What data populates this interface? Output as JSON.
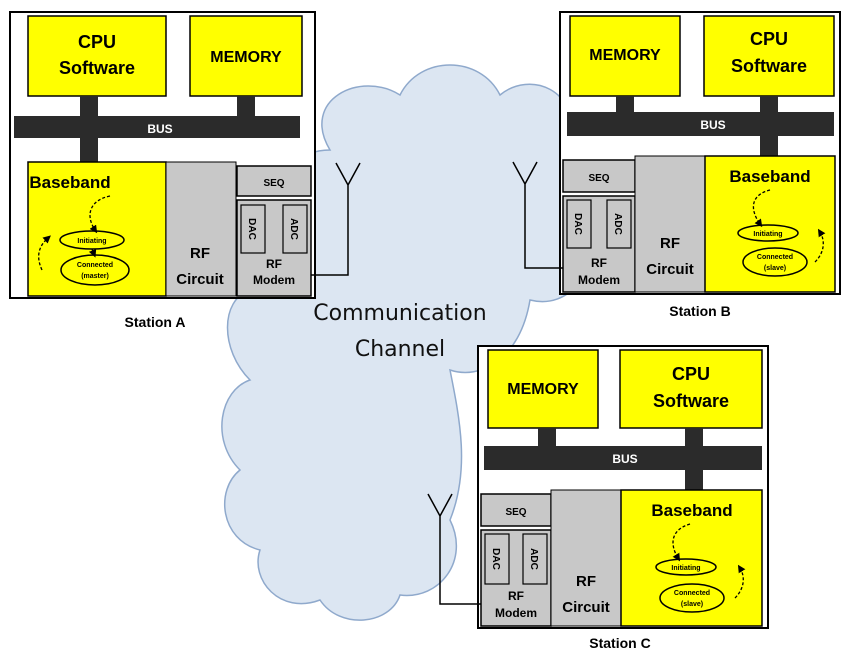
{
  "channel": {
    "line1": "Communication",
    "line2": "Channel"
  },
  "stations": [
    {
      "name": "Station A",
      "cpu_line1": "CPU",
      "cpu_line2": "Software",
      "memory": "MEMORY",
      "bus": "BUS",
      "baseband": "Baseband",
      "rf_line1": "RF",
      "rf_line2": "Circuit",
      "seq": "SEQ",
      "dac": "DAC",
      "adc": "ADC",
      "modem_line1": "RF",
      "modem_line2": "Modem",
      "state_top": "Initiating",
      "state_bottom_line1": "Connected",
      "state_bottom_line2": "(master)"
    },
    {
      "name": "Station B",
      "cpu_line1": "CPU",
      "cpu_line2": "Software",
      "memory": "MEMORY",
      "bus": "BUS",
      "baseband": "Baseband",
      "rf_line1": "RF",
      "rf_line2": "Circuit",
      "seq": "SEQ",
      "dac": "DAC",
      "adc": "ADC",
      "modem_line1": "RF",
      "modem_line2": "Modem",
      "state_top": "Initiating",
      "state_bottom_line1": "Connected",
      "state_bottom_line2": "(slave)"
    },
    {
      "name": "Station C",
      "cpu_line1": "CPU",
      "cpu_line2": "Software",
      "memory": "MEMORY",
      "bus": "BUS",
      "baseband": "Baseband",
      "rf_line1": "RF",
      "rf_line2": "Circuit",
      "seq": "SEQ",
      "dac": "DAC",
      "adc": "ADC",
      "modem_line1": "RF",
      "modem_line2": "Modem",
      "state_top": "Initiating",
      "state_bottom_line1": "Connected",
      "state_bottom_line2": "(slave)"
    }
  ],
  "colors": {
    "yellow": "#ffff00",
    "gray": "#c8c8c8",
    "bus": "#2b2b2b",
    "cloud": "#dce6f2",
    "cloud_edge": "#7f9fc4"
  }
}
